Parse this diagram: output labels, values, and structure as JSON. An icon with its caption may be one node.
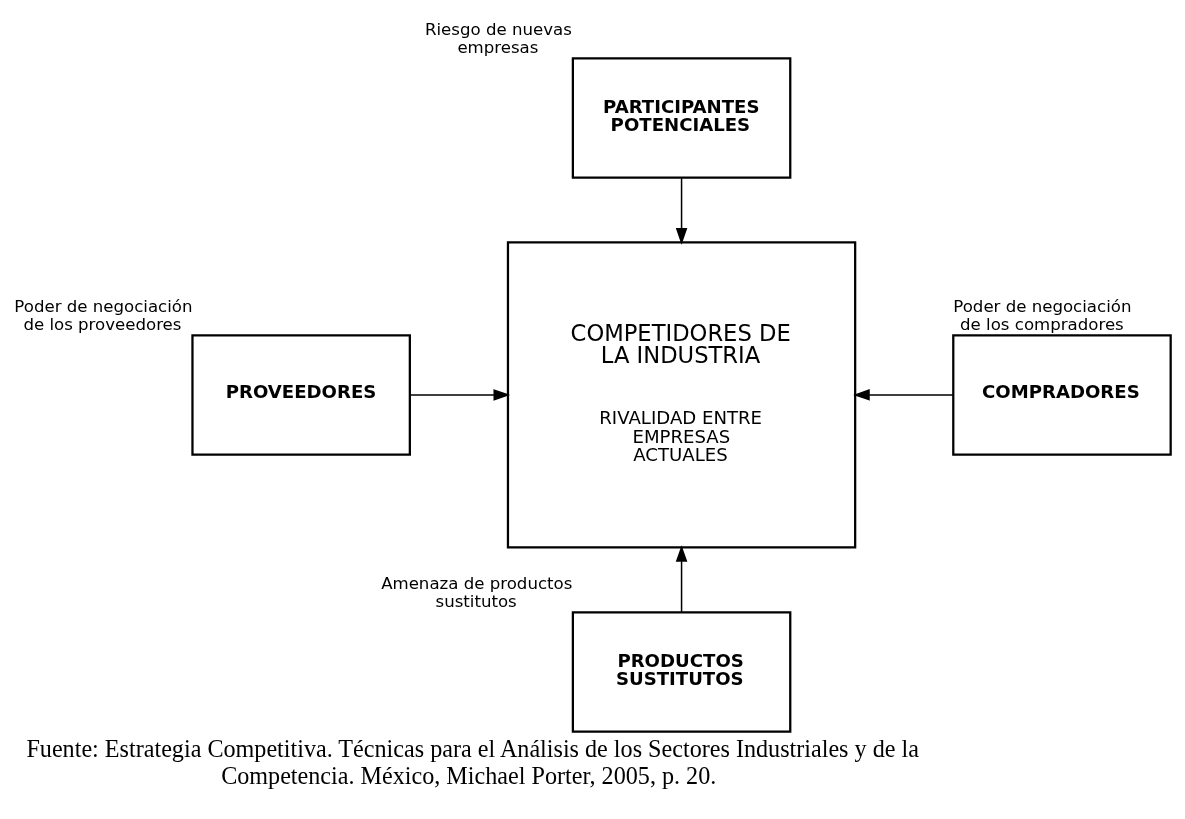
{
  "diagram": {
    "caption": "Fuente: Estrategia Competitiva. Técnicas para el Análisis de los Sectores Industriales y de la Competencia. México, Michael Porter, 2005, p. 20.",
    "nodes": [
      {
        "text": [
          "PARTICIPANTES POTENCIALES"
        ],
        "beside": [
          "Riesgo de nuevas empresas"
        ]
      },
      {
        "text": [
          "PROVEEDORES"
        ],
        "beside": [
          "Poder de negociación de los proveedores"
        ]
      },
      {
        "text": [
          "COMPETIDORES DE LA INDUSTRIA",
          "RIVALIDAD ENTRE EMPRESAS ACTUALES"
        ]
      },
      {
        "text": [
          "COMPRADORES"
        ],
        "beside": [
          "Poder de negociación de los compradores"
        ]
      },
      {
        "text": [
          "PRODUCTOS SUSTITUTOS"
        ],
        "beside": [
          "Amenaza de productos sustitutos"
        ]
      }
    ],
    "edges": [
      {
        "from": 0,
        "to": 2,
        "arrow": "to"
      },
      {
        "from": 1,
        "to": 2,
        "arrow": "to"
      },
      {
        "from": 3,
        "to": 2,
        "arrow": "to"
      },
      {
        "from": 4,
        "to": 2,
        "arrow": "to"
      }
    ]
  }
}
